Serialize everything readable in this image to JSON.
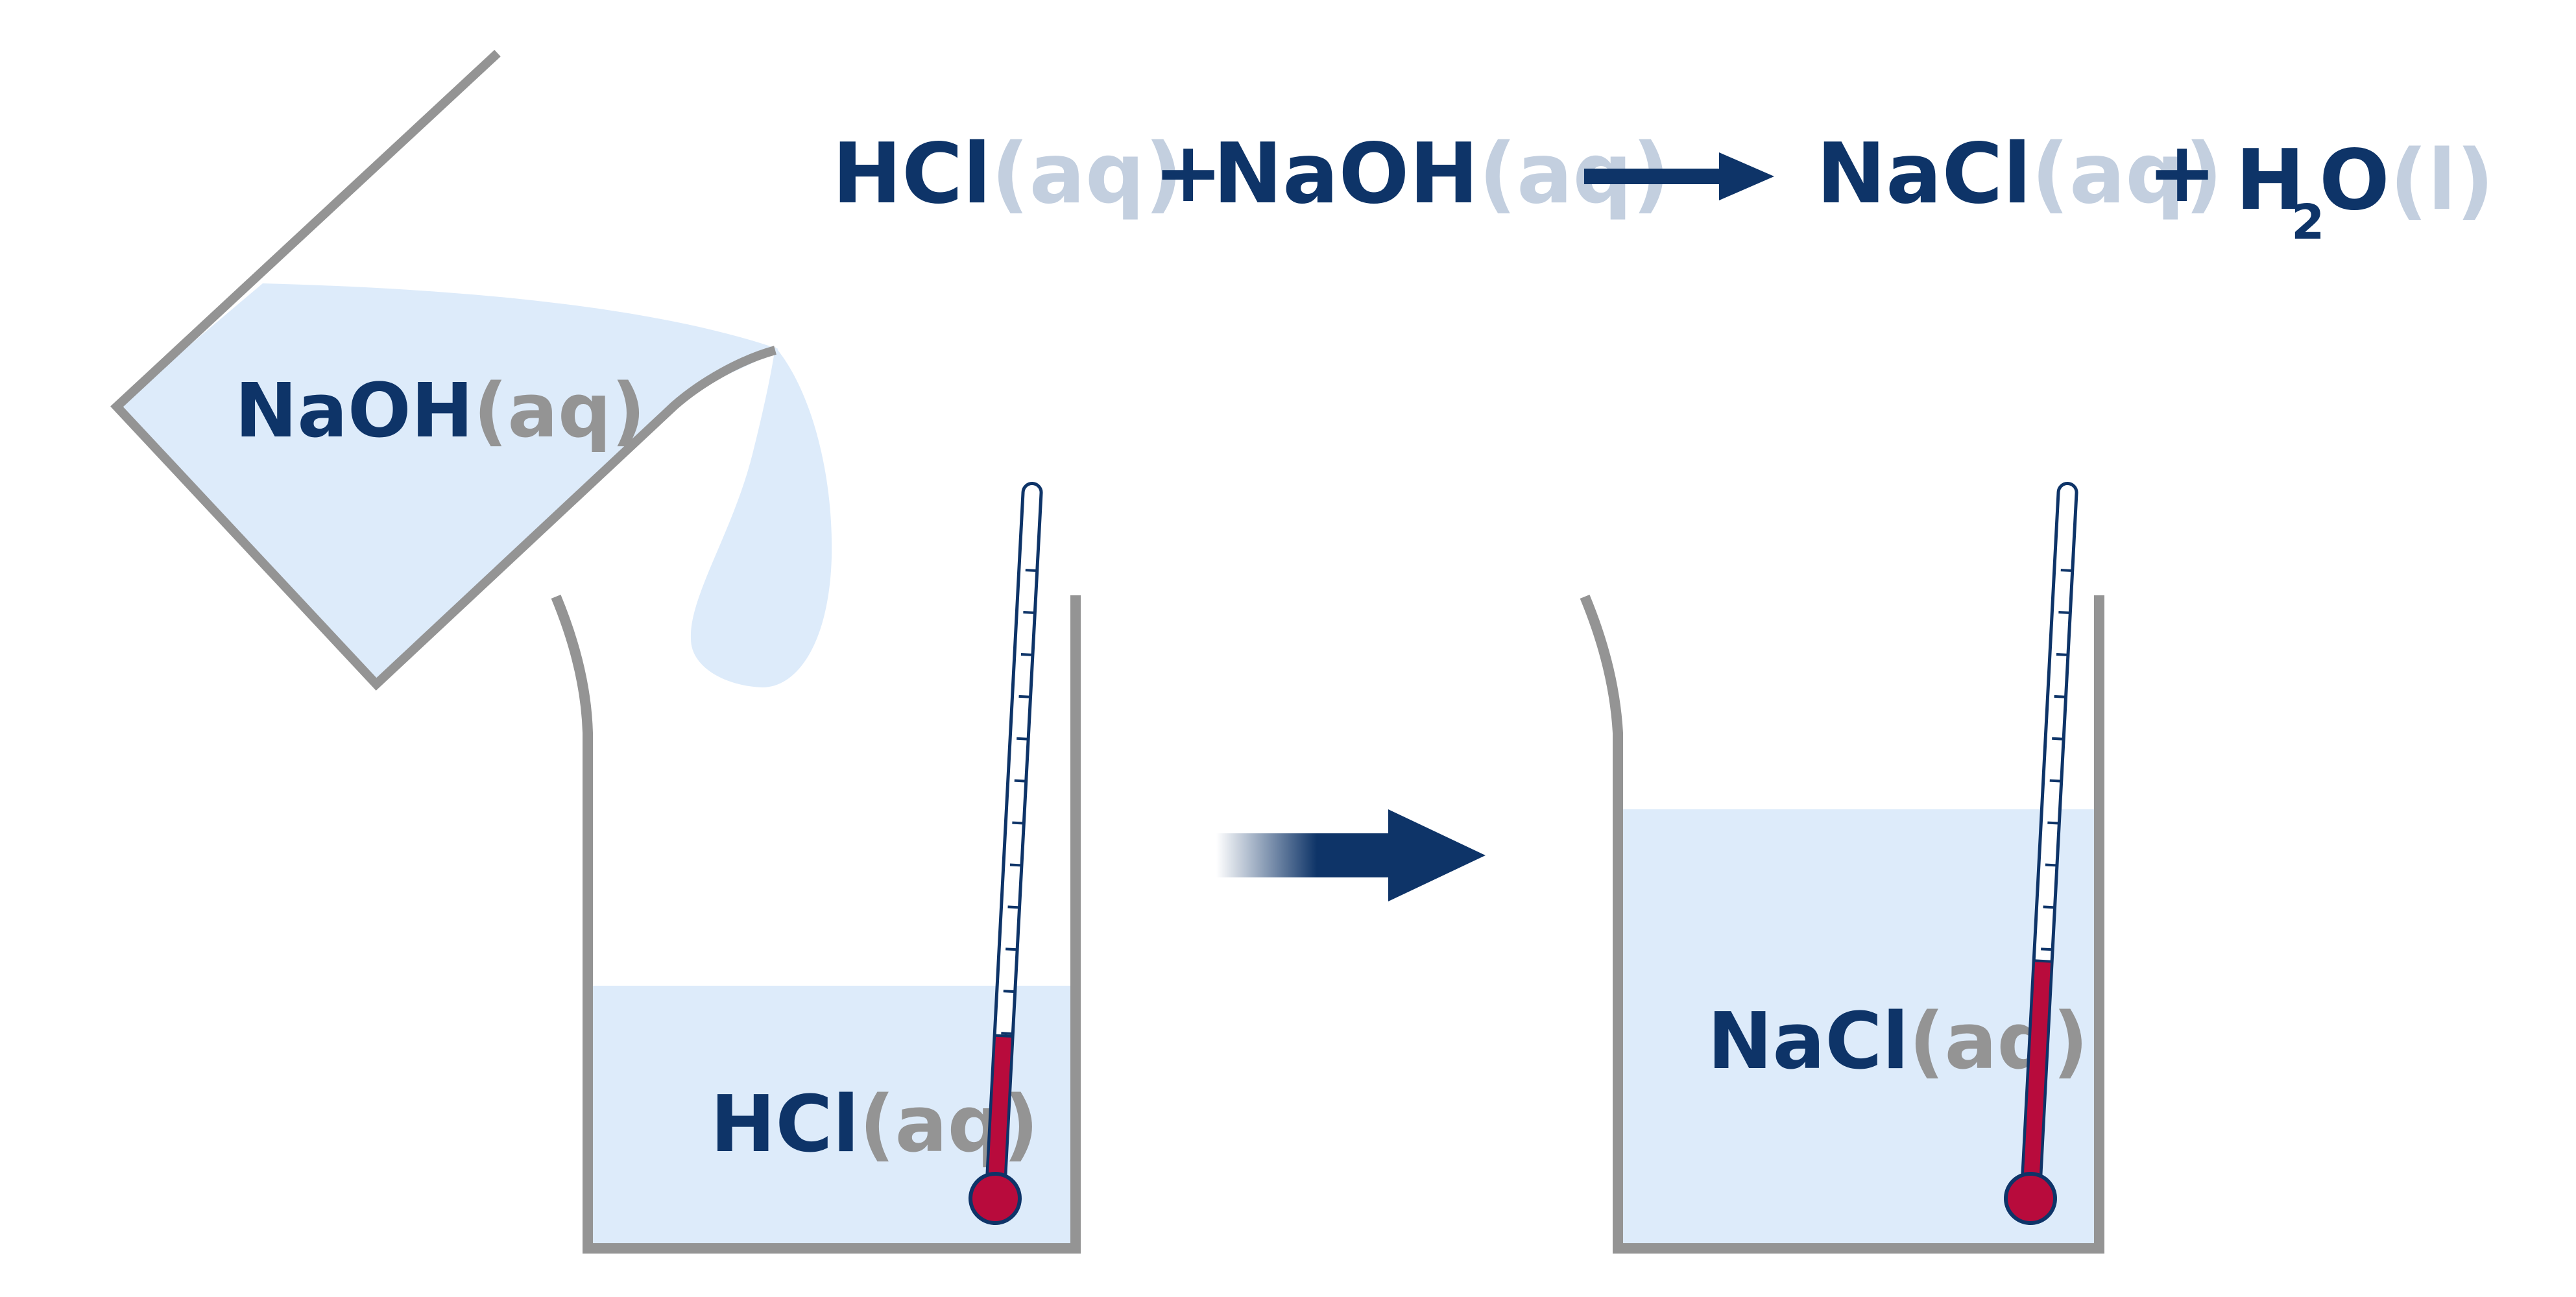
{
  "colors": {
    "navy": "#0e3468",
    "glass": "#949494",
    "liquid": "#ddebfa",
    "mercury": "#b80b3c",
    "state_pale": "#c3cfdf"
  },
  "equation": {
    "reactant1_formula": "HCl",
    "reactant1_state": "(aq)",
    "plus1": "+",
    "reactant2_formula": "NaOH",
    "reactant2_state": "(aq)",
    "product1_formula": "NaCl",
    "product1_state": "(aq)",
    "plus2": "+",
    "product2_h": "H",
    "product2_sub": "2",
    "product2_o": "O",
    "product2_state": "(l)"
  },
  "pouring_beaker": {
    "formula": "NaOH",
    "state": "(aq)"
  },
  "left_beaker": {
    "formula": "HCl",
    "state": "(aq)",
    "thermometer_level": 0.22
  },
  "right_beaker": {
    "formula": "NaCl",
    "state": "(aq)",
    "thermometer_level": 0.33
  }
}
